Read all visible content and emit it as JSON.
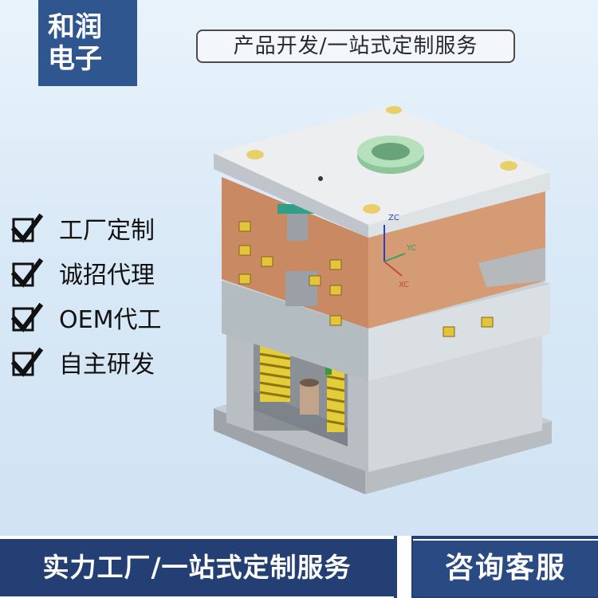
{
  "brand": {
    "line1": "和润",
    "line2": "电子"
  },
  "tagline": "产品开发/一站式定制服务",
  "features": [
    {
      "label": "工厂定制"
    },
    {
      "label": "诚招代理"
    },
    {
      "label": "OEM代工"
    },
    {
      "label": "自主研发"
    }
  ],
  "mold": {
    "axis_labels": {
      "zc": "ZC",
      "yc": "YC",
      "xc": "XC"
    }
  },
  "bottom": {
    "left_text": "实力工厂/一站式定制服务",
    "right_button": "咨询客服"
  },
  "colors": {
    "brand_blue": "#2f568f",
    "bar_blue": "#243f73",
    "copper": "#c98a63",
    "steel": "#cfd3d7"
  }
}
